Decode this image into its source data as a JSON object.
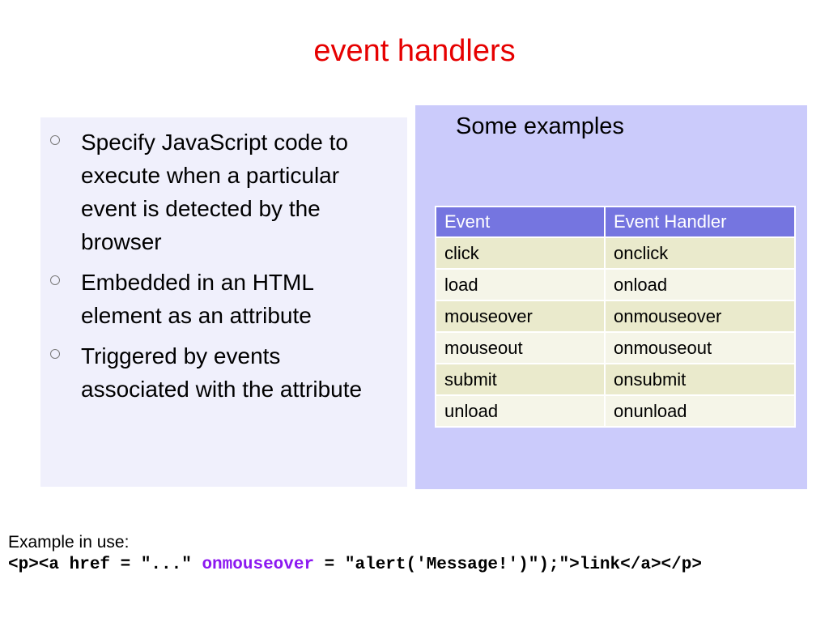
{
  "slide": {
    "title": "event handlers"
  },
  "left_panel": {
    "bullets": [
      "Specify JavaScript code to execute when a particular event is detected by the browser",
      "Embedded in an HTML element as an attribute",
      "Triggered by events associated with the attribute"
    ]
  },
  "right_panel": {
    "heading": "Some examples",
    "table": {
      "headers": [
        "Event",
        "Event Handler"
      ],
      "rows": [
        [
          "click",
          "onclick"
        ],
        [
          "load",
          "onload"
        ],
        [
          "mouseover",
          "onmouseover"
        ],
        [
          "mouseout",
          "onmouseout"
        ],
        [
          "submit",
          "onsubmit"
        ],
        [
          "unload",
          "onunload"
        ]
      ]
    }
  },
  "example": {
    "label": "Example in use:",
    "code_before": "<p><a href = \"...\" ",
    "code_highlight": "onmouseover",
    "code_after": " = \"alert('Message!')\");\">link</a></p>"
  },
  "colors": {
    "title": "#e60000",
    "left_panel_bg": "#f0f0fc",
    "right_panel_bg": "#cbcbfb",
    "table_header_bg": "#7575e0",
    "table_row_alt_1": "#eaeacc",
    "table_row_alt_2": "#f5f5e8",
    "code_highlight": "#8c18f0"
  }
}
